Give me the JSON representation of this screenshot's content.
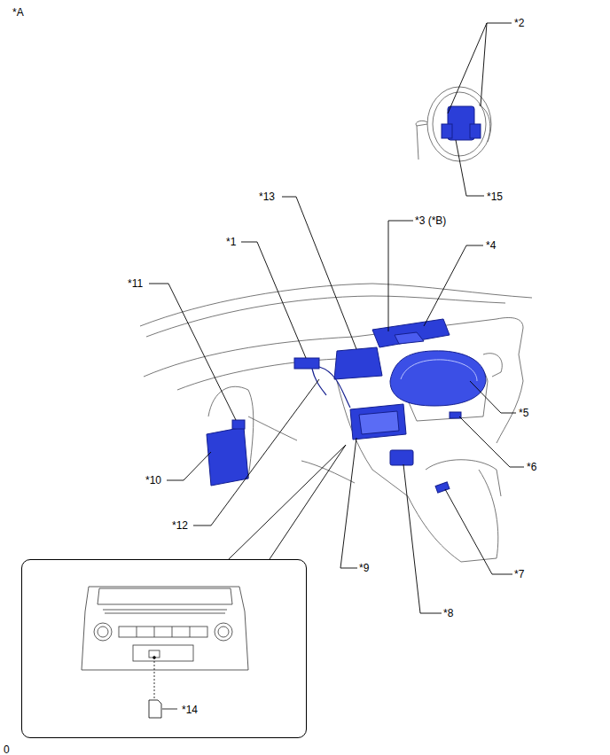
{
  "diagram": {
    "nodes": [
      {
        "text": [
          "*14"
        ]
      }
    ],
    "labels": [
      "*A",
      "*2",
      "*15",
      "*13",
      "*3 (*B)",
      "*4",
      "*1",
      "*11",
      "*5",
      "*6",
      "*10",
      "*12",
      "*9",
      "*8",
      "*7",
      "0"
    ]
  }
}
